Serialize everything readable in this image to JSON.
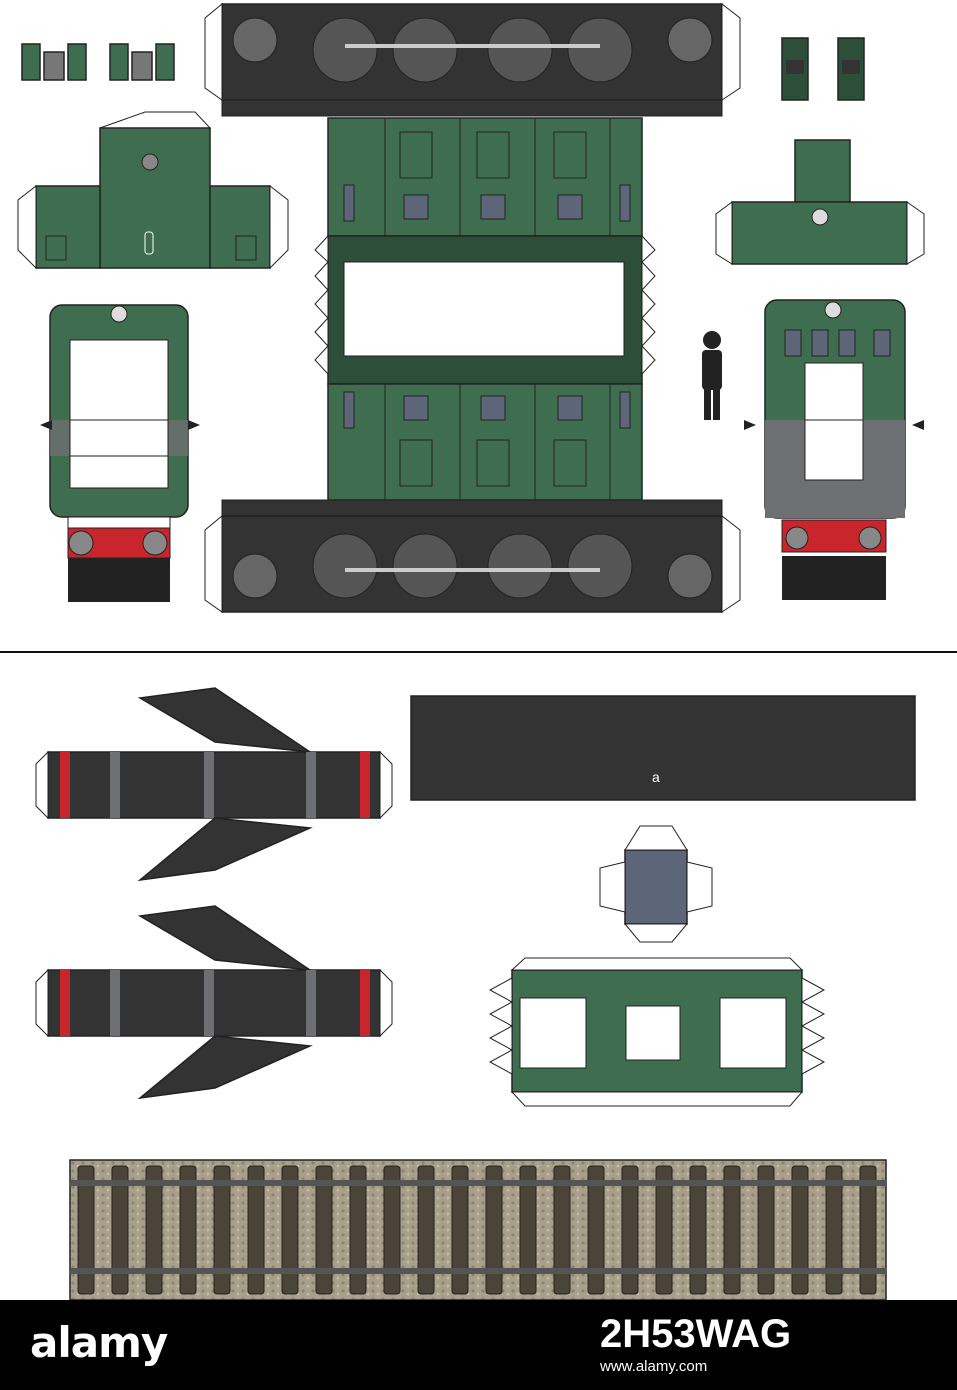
{
  "sheet": {
    "tab_letter": "a",
    "colors": {
      "body_green": "#3e6e4f",
      "body_dark": "#2d4f3a",
      "chassis_dark": "#333333",
      "rail_grey": "#6e6f72",
      "buffer_red": "#c9252c",
      "window_blue": "#5d6678",
      "ballast": "#a8a08a",
      "sleeper": "#4a4538"
    }
  },
  "footer": {
    "logo": "alamy",
    "image_id": "2H53WAG",
    "meta": "www.alamy.com"
  }
}
